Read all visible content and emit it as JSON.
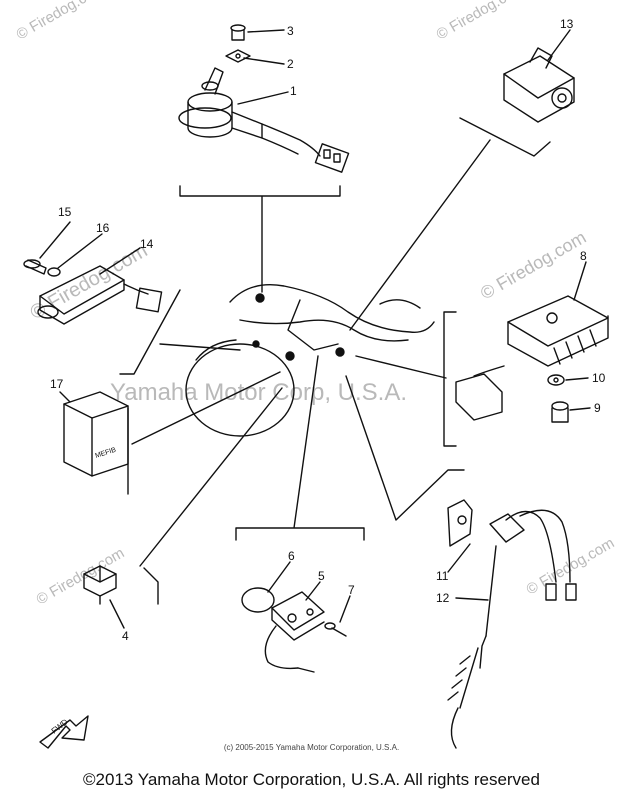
{
  "diagram": {
    "callouts": {
      "c1": "1",
      "c2": "2",
      "c3": "3",
      "c4": "4",
      "c5": "5",
      "c6": "6",
      "c7": "7",
      "c8": "8",
      "c9": "9",
      "c10": "10",
      "c11": "11",
      "c12": "12",
      "c13": "13",
      "c14": "14",
      "c15": "15",
      "c16": "16",
      "c17": "17"
    },
    "watermark_center": "Yamaha Motor Corp, U.S.A.",
    "watermark_site": "© Firedog.com",
    "part17_label": "MEFIB",
    "fwd_label": "FWD"
  },
  "credit_small": "(c) 2005-2015 Yamaha Motor Corporation, U.S.A.",
  "copyright": "©2013 Yamaha Motor Corporation, U.S.A. All rights reserved"
}
